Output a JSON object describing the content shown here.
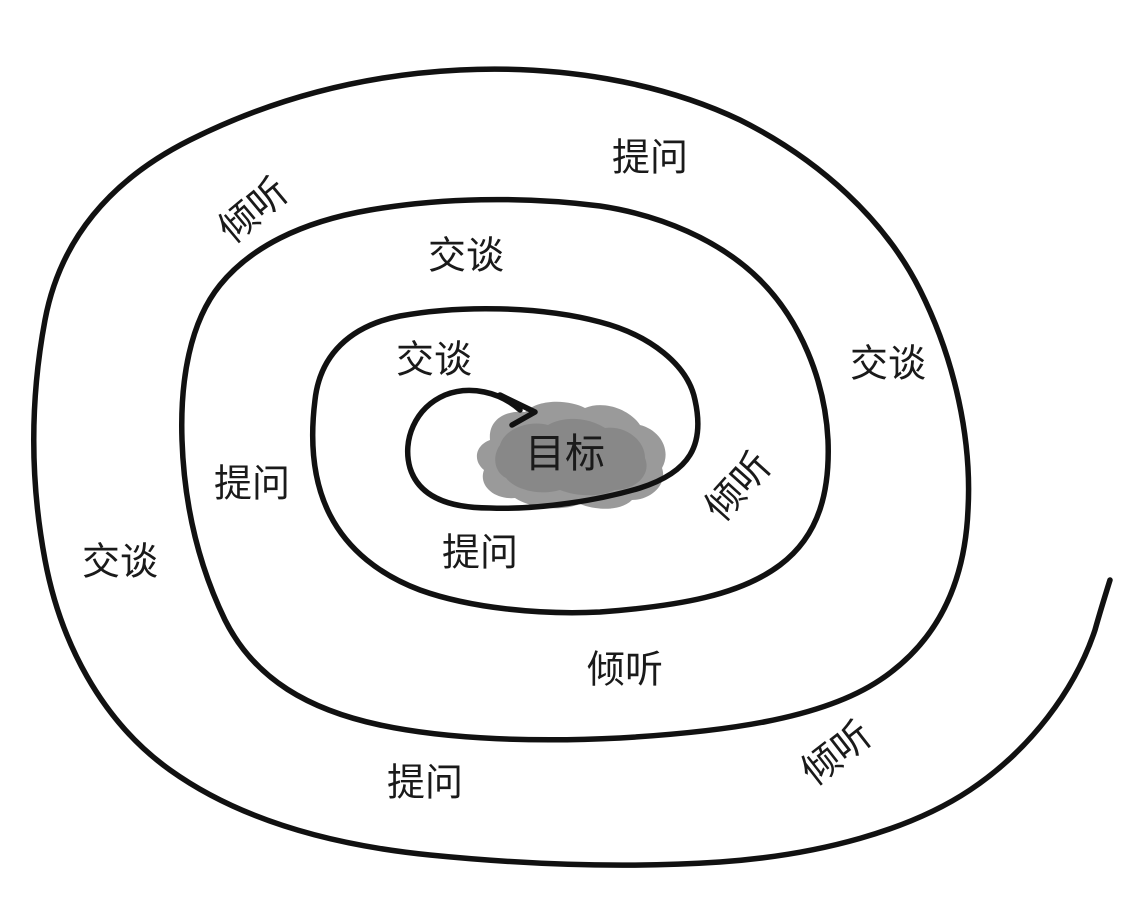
{
  "diagram": {
    "goal": "目标",
    "goal_color": "#8f8f8f",
    "line_color": "#111111",
    "labels": {
      "outer_listen_top": "倾听",
      "outer_ask_top": "提问",
      "outer_talk_left": "交谈",
      "outer_ask_bottom": "提问",
      "outer_listen_bottom_right": "倾听",
      "outer_talk_right": "交谈",
      "middle_talk_top": "交谈",
      "middle_ask_left": "提问",
      "middle_listen_bottom": "倾听",
      "middle_listen_right": "倾听",
      "inner_talk_top": "交谈",
      "inner_ask_bottom": "提问"
    }
  }
}
